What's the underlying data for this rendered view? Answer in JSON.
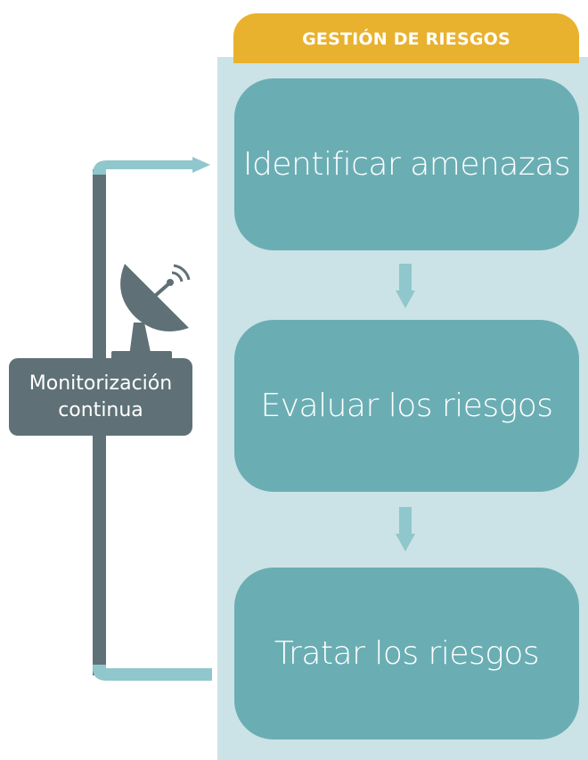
{
  "header": {
    "title": "GESTIÓN DE RIESGOS"
  },
  "steps": [
    {
      "label": "Identificar amenazas"
    },
    {
      "label": "Evaluar los riesgos"
    },
    {
      "label": "Tratar los riesgos"
    }
  ],
  "monitor": {
    "line1": "Monitorización",
    "line2": "continua",
    "icon": "satellite-dish-icon"
  },
  "colors": {
    "header": "#e9b22e",
    "panel": "#cbe3e6",
    "step": "#6aaeb4",
    "monitor_box": "#5f7176",
    "loop_dark": "#5f7176",
    "loop_light": "#8fc7cc"
  }
}
